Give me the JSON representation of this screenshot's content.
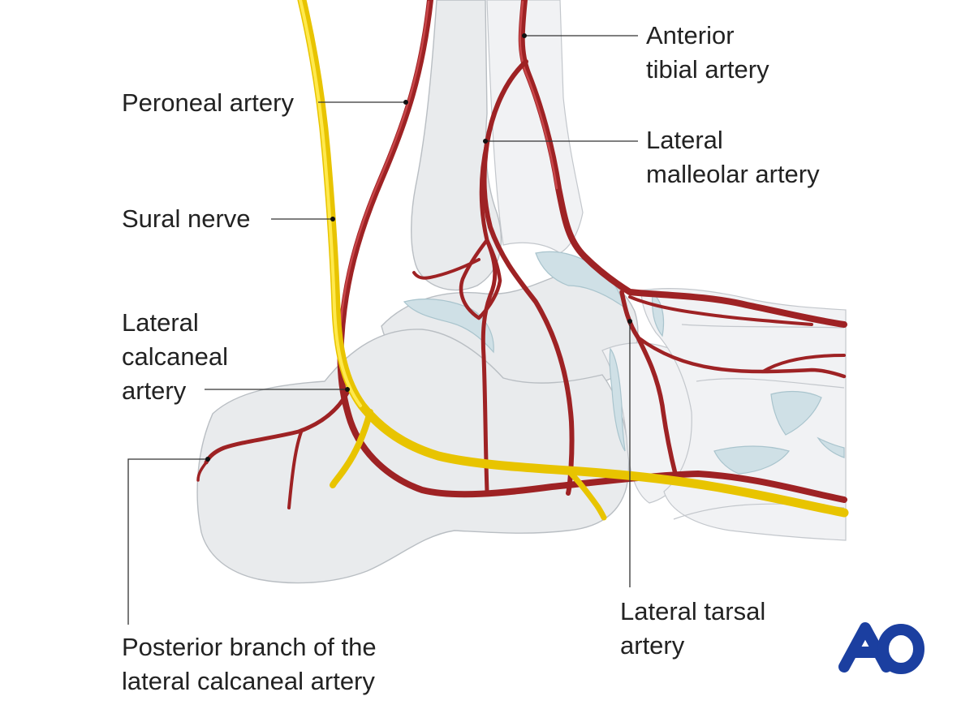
{
  "labels": {
    "anterior_tibial": [
      "Anterior",
      "tibial artery"
    ],
    "peroneal": "Peroneal artery",
    "lateral_malleolar": [
      "Lateral",
      "malleolar artery"
    ],
    "sural_nerve": "Sural nerve",
    "lateral_calcaneal": [
      "Lateral",
      "calcaneal",
      "artery"
    ],
    "posterior_branch": [
      "Posterior branch of the",
      "lateral calcaneal artery"
    ],
    "lateral_tarsal": [
      "Lateral tarsal",
      "artery"
    ]
  },
  "logo": "AO",
  "colors": {
    "artery": "#9e2224",
    "nerve": "#e8c400",
    "bone": "#e9ebed",
    "cartilage": "#cfe0e6",
    "logo": "#1b3fa0"
  }
}
